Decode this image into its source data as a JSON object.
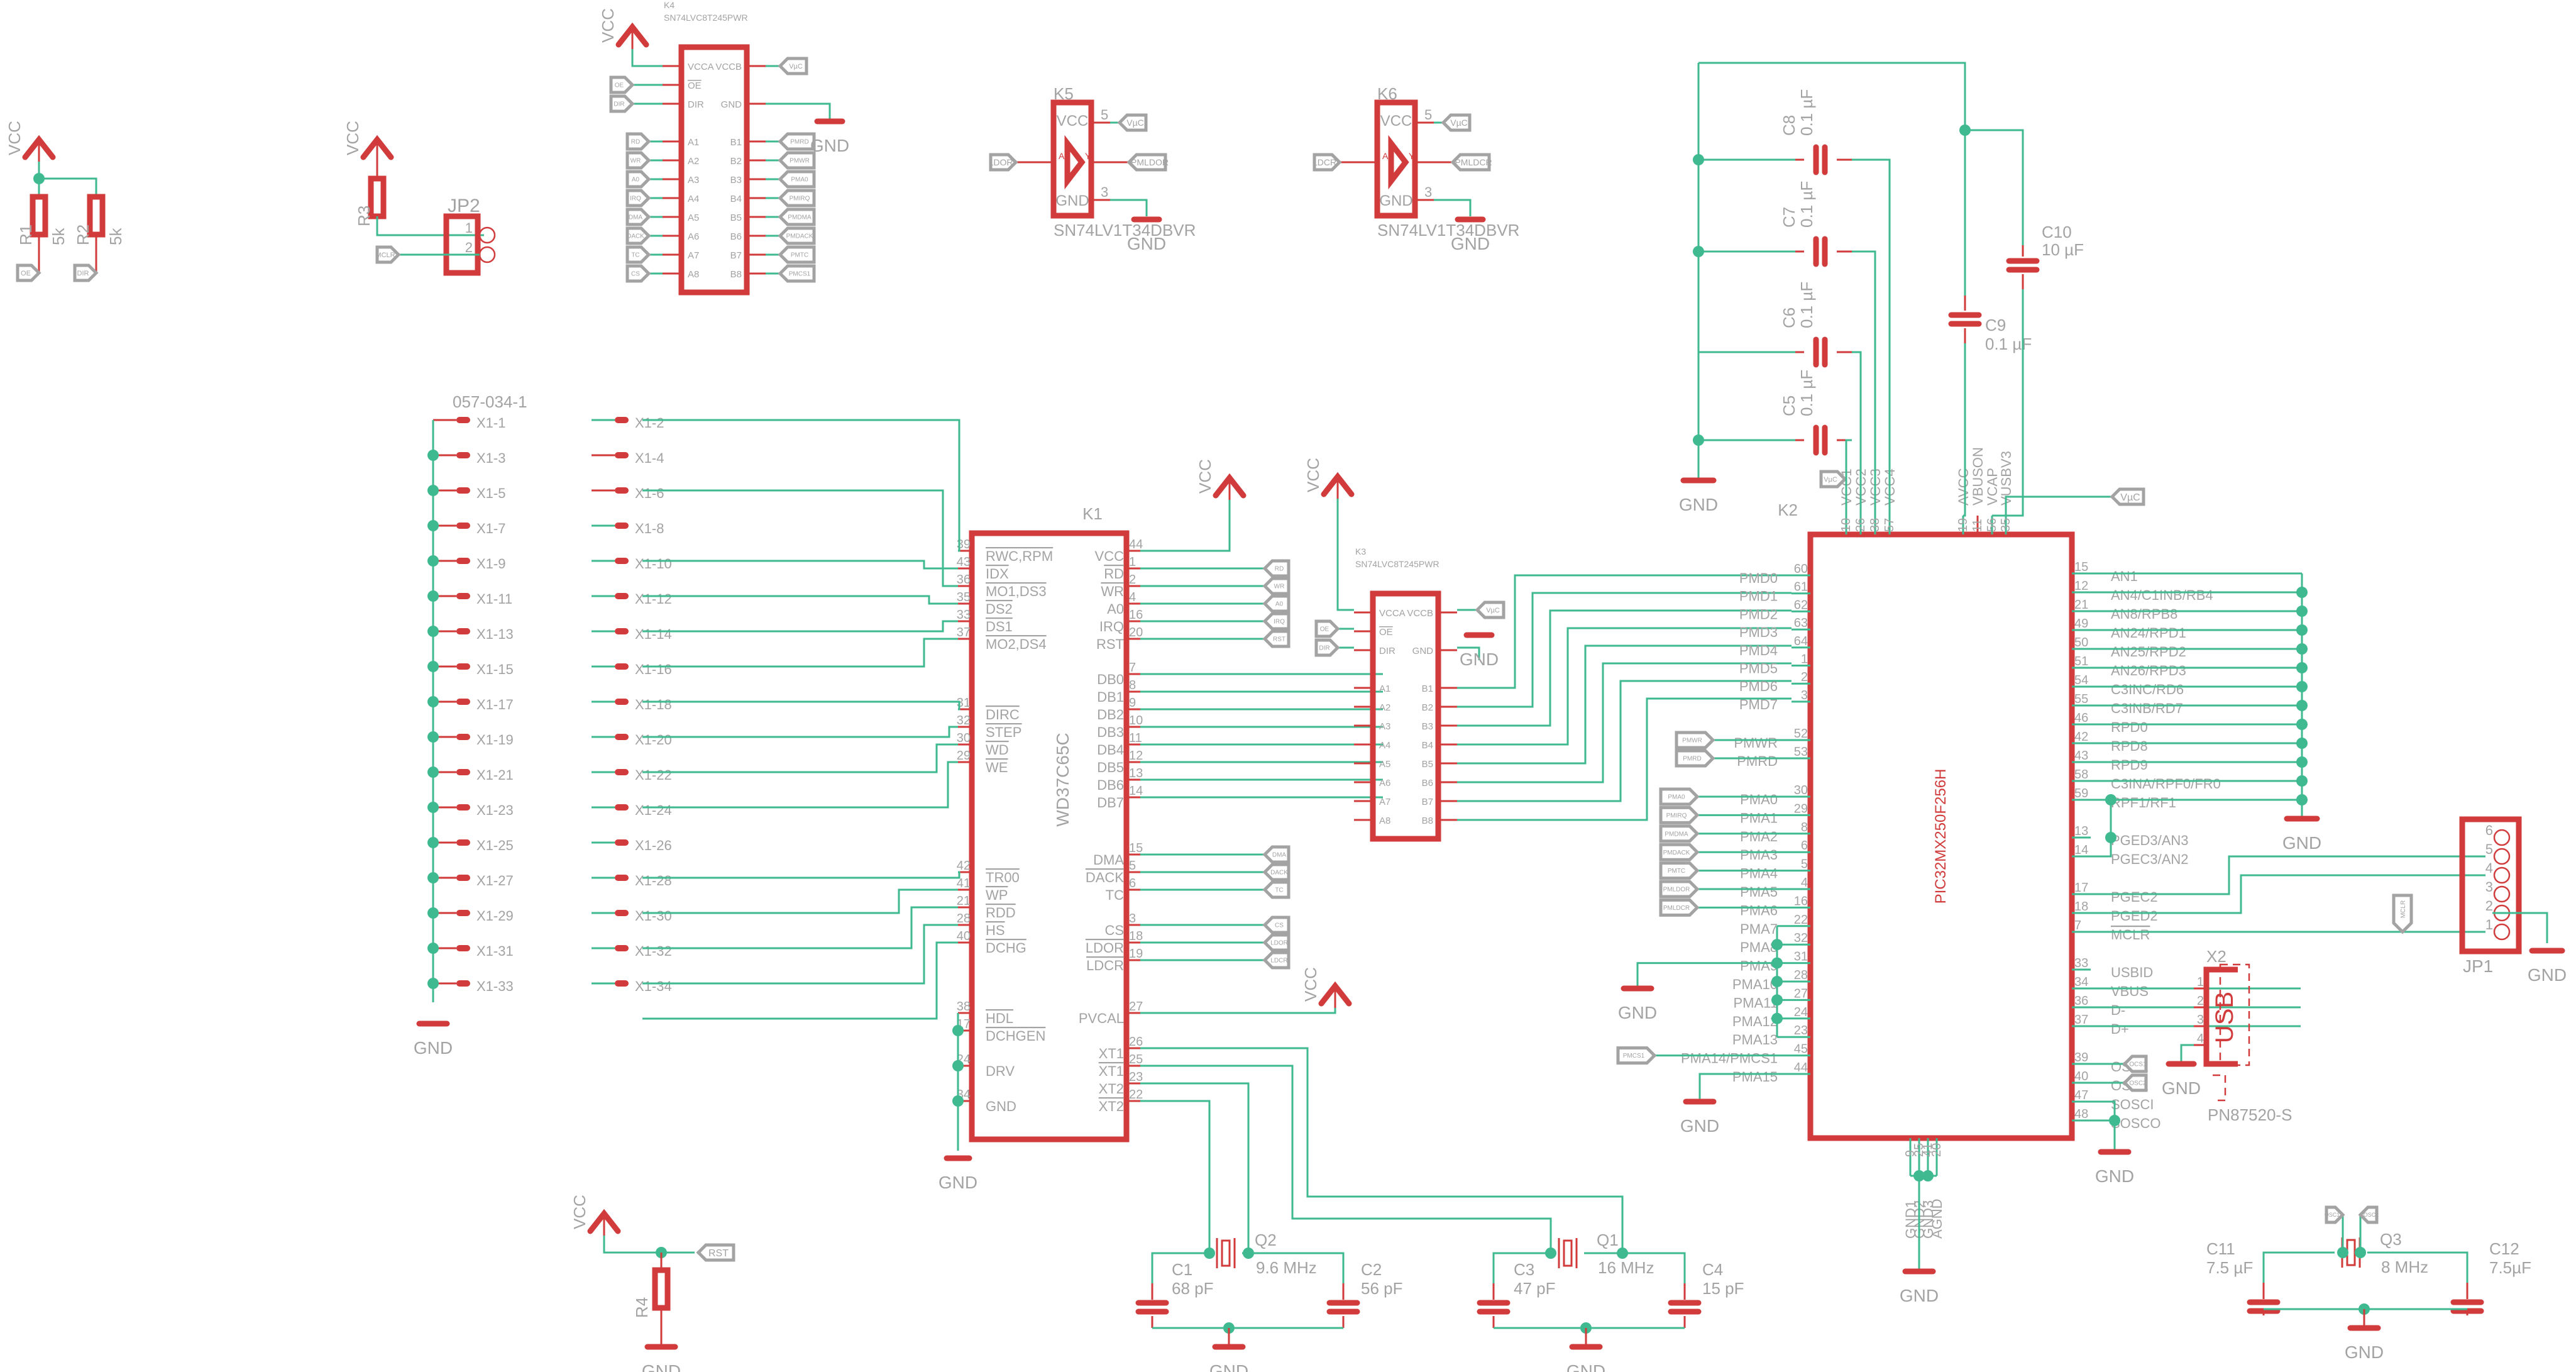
{
  "colors": {
    "wire": "#3fba90",
    "part": "#d13b3b",
    "text": "#a3a3a3",
    "background": "#ffffff"
  },
  "power": {
    "vcc": "VCC",
    "gnd": "GND"
  },
  "resistors": [
    {
      "ref": "R1",
      "value": "5k",
      "bottom_label": "OE"
    },
    {
      "ref": "R2",
      "value": "5k",
      "bottom_label": "DIR"
    },
    {
      "ref": "R3",
      "value": ""
    },
    {
      "ref": "R4",
      "value": "",
      "net_label": "RST"
    }
  ],
  "jp2": {
    "ref": "JP2",
    "pins": [
      "1",
      "2"
    ],
    "net_label": "MCLR"
  },
  "k4": {
    "ref": "K4",
    "part": "SN74LVC8T245PWR",
    "left_pins": [
      "VCCA",
      "OE",
      "DIR",
      "A1",
      "A2",
      "A3",
      "A4",
      "A5",
      "A6",
      "A7",
      "A8"
    ],
    "right_pins": [
      "VCCB",
      "GND",
      "B1",
      "B2",
      "B3",
      "B4",
      "B5",
      "B6",
      "B7",
      "B8"
    ],
    "left_nets": [
      "OE",
      "DIR",
      "RD",
      "WR",
      "A0",
      "IRQ",
      "DMA",
      "DACK",
      "TC",
      "CS"
    ],
    "right_nets": [
      "VµC",
      "PMRD",
      "PMWR",
      "PMA0",
      "PMIRQ",
      "PMDMA",
      "PMDACK",
      "PMTC",
      "PMCS1"
    ]
  },
  "k5": {
    "ref": "K5",
    "part": "SN74LV1T34DBVR",
    "vcc": "VCC",
    "gnd": "GND",
    "pin_a": "A",
    "pin_y": "Y",
    "pin_vcc_no": "5",
    "pin_gnd_no": "3",
    "in_net": "LDOR",
    "out_net": "PMLDOR",
    "vcc_net": "VµC"
  },
  "k6": {
    "ref": "K6",
    "part": "SN74LV1T34DBVR",
    "vcc": "VCC",
    "gnd": "GND",
    "pin_a": "A",
    "pin_y": "Y",
    "pin_vcc_no": "5",
    "pin_gnd_no": "3",
    "in_net": "LDCR",
    "out_net": "PMLDCR",
    "vcc_net": "VµC"
  },
  "x1": {
    "part": "057-034-1",
    "pins_odd": [
      "X1-1",
      "X1-3",
      "X1-5",
      "X1-7",
      "X1-9",
      "X1-11",
      "X1-13",
      "X1-15",
      "X1-17",
      "X1-19",
      "X1-21",
      "X1-23",
      "X1-25",
      "X1-27",
      "X1-29",
      "X1-31",
      "X1-33"
    ],
    "pins_even": [
      "X1-2",
      "X1-4",
      "X1-6",
      "X1-8",
      "X1-10",
      "X1-12",
      "X1-14",
      "X1-16",
      "X1-18",
      "X1-20",
      "X1-22",
      "X1-24",
      "X1-26",
      "X1-28",
      "X1-30",
      "X1-32",
      "X1-34"
    ]
  },
  "k1": {
    "ref": "K1",
    "part": "WD37C65C",
    "left_pins": [
      {
        "no": "39",
        "name": "RWC,RPM"
      },
      {
        "no": "43",
        "name": "IDX"
      },
      {
        "no": "36",
        "name": "MO1,DS3"
      },
      {
        "no": "35",
        "name": "DS2"
      },
      {
        "no": "33",
        "name": "DS1"
      },
      {
        "no": "37",
        "name": "MO2,DS4"
      },
      {
        "no": "31",
        "name": "DIRC"
      },
      {
        "no": "32",
        "name": "STEP"
      },
      {
        "no": "30",
        "name": "WD"
      },
      {
        "no": "29",
        "name": "WE"
      },
      {
        "no": "42",
        "name": "TR00"
      },
      {
        "no": "41",
        "name": "WP"
      },
      {
        "no": "21",
        "name": "RDD"
      },
      {
        "no": "28",
        "name": "HS"
      },
      {
        "no": "40",
        "name": "DCHG"
      },
      {
        "no": "38",
        "name": "HDL"
      },
      {
        "no": "17",
        "name": "DCHGEN"
      },
      {
        "no": "24",
        "name": "DRV"
      },
      {
        "no": "34",
        "name": "GND"
      }
    ],
    "right_pins": [
      {
        "no": "44",
        "name": "VCC"
      },
      {
        "no": "1",
        "name": "RD"
      },
      {
        "no": "2",
        "name": "WR"
      },
      {
        "no": "4",
        "name": "A0"
      },
      {
        "no": "16",
        "name": "IRQ"
      },
      {
        "no": "20",
        "name": "RST"
      },
      {
        "no": "7",
        "name": "DB0"
      },
      {
        "no": "8",
        "name": "DB1"
      },
      {
        "no": "9",
        "name": "DB2"
      },
      {
        "no": "10",
        "name": "DB3"
      },
      {
        "no": "11",
        "name": "DB4"
      },
      {
        "no": "12",
        "name": "DB5"
      },
      {
        "no": "13",
        "name": "DB6"
      },
      {
        "no": "14",
        "name": "DB7"
      },
      {
        "no": "15",
        "name": "DMA"
      },
      {
        "no": "5",
        "name": "DACK"
      },
      {
        "no": "6",
        "name": "TC"
      },
      {
        "no": "3",
        "name": "CS"
      },
      {
        "no": "18",
        "name": "LDOR"
      },
      {
        "no": "19",
        "name": "LDCR"
      },
      {
        "no": "27",
        "name": "PVCAL"
      },
      {
        "no": "26",
        "name": "XT1"
      },
      {
        "no": "25",
        "name": "XT1"
      },
      {
        "no": "23",
        "name": "XT2"
      },
      {
        "no": "22",
        "name": "XT2"
      }
    ],
    "right_nets": [
      "RD",
      "WR",
      "A0",
      "IRQ",
      "RST",
      "DMA",
      "DACK",
      "TC",
      "CS",
      "LDOR",
      "LDCR"
    ]
  },
  "k3": {
    "ref": "K3",
    "part": "SN74LVC8T245PWR",
    "left_pins": [
      "VCCA",
      "OE",
      "DIR",
      "A1",
      "A2",
      "A3",
      "A4",
      "A5",
      "A6",
      "A7",
      "A8"
    ],
    "right_pins": [
      "VCCB",
      "GND",
      "B1",
      "B2",
      "B3",
      "B4",
      "B5",
      "B6",
      "B7",
      "B8"
    ],
    "left_nets": [
      "OE",
      "DIR"
    ],
    "vccb_net": "VµC"
  },
  "k2": {
    "ref": "K2",
    "part": "PIC32MX250F256H",
    "top_pins": [
      {
        "no": "10",
        "name": "VCC1"
      },
      {
        "no": "26",
        "name": "VCC2"
      },
      {
        "no": "38",
        "name": "VCC3"
      },
      {
        "no": "57",
        "name": "VCC4"
      },
      {
        "no": "19",
        "name": "AVCC"
      },
      {
        "no": "11",
        "name": "VBUSON"
      },
      {
        "no": "56",
        "name": "VCAP"
      },
      {
        "no": "35",
        "name": "VUSBV3"
      }
    ],
    "bottom_pins": [
      {
        "no": "9",
        "name": "GND1"
      },
      {
        "no": "25",
        "name": "GND2"
      },
      {
        "no": "41",
        "name": "GND3"
      },
      {
        "no": "20",
        "name": "AGND"
      }
    ],
    "left_pins": [
      {
        "no": "60",
        "name": "PMD0"
      },
      {
        "no": "61",
        "name": "PMD1"
      },
      {
        "no": "62",
        "name": "PMD2"
      },
      {
        "no": "63",
        "name": "PMD3"
      },
      {
        "no": "64",
        "name": "PMD4"
      },
      {
        "no": "1",
        "name": "PMD5"
      },
      {
        "no": "2",
        "name": "PMD6"
      },
      {
        "no": "3",
        "name": "PMD7"
      },
      {
        "no": "52",
        "name": "PMWR"
      },
      {
        "no": "53",
        "name": "PMRD"
      },
      {
        "no": "30",
        "name": "PMA0"
      },
      {
        "no": "29",
        "name": "PMA1"
      },
      {
        "no": "8",
        "name": "PMA2"
      },
      {
        "no": "6",
        "name": "PMA3"
      },
      {
        "no": "5",
        "name": "PMA4"
      },
      {
        "no": "4",
        "name": "PMA5"
      },
      {
        "no": "16",
        "name": "PMA6"
      },
      {
        "no": "22",
        "name": "PMA7"
      },
      {
        "no": "32",
        "name": "PMA8"
      },
      {
        "no": "31",
        "name": "PMA9"
      },
      {
        "no": "28",
        "name": "PMA10"
      },
      {
        "no": "27",
        "name": "PMA11"
      },
      {
        "no": "24",
        "name": "PMA12"
      },
      {
        "no": "23",
        "name": "PMA13"
      },
      {
        "no": "45",
        "name": "PMA14/PMCS1"
      },
      {
        "no": "44",
        "name": "PMA15"
      }
    ],
    "left_nets": {
      "PMWR": "PMWR",
      "PMRD": "PMRD",
      "PMA0": "PMA0",
      "PMA1": "PMIRQ",
      "PMA2": "PMDMA",
      "PMA3": "PMDACK",
      "PMA4": "PMTC",
      "PMA5": "PMLDOR",
      "PMA6": "PMLDCR",
      "PMA14/PMCS1": "PMCS1"
    },
    "right_pins": [
      {
        "no": "15",
        "name": "AN1"
      },
      {
        "no": "12",
        "name": "AN4/C1INB/RB4"
      },
      {
        "no": "21",
        "name": "AN8/RPB8"
      },
      {
        "no": "49",
        "name": "AN24/RPD1"
      },
      {
        "no": "50",
        "name": "AN25/RPD2"
      },
      {
        "no": "51",
        "name": "AN26/RPD3"
      },
      {
        "no": "54",
        "name": "C3INC/RD6"
      },
      {
        "no": "55",
        "name": "C3INB/RD7"
      },
      {
        "no": "46",
        "name": "RPD0"
      },
      {
        "no": "42",
        "name": "RPD8"
      },
      {
        "no": "43",
        "name": "RPD9"
      },
      {
        "no": "58",
        "name": "C3INA/RPF0/FR0"
      },
      {
        "no": "59",
        "name": "RPF1/RF1"
      },
      {
        "no": "13",
        "name": "PGED3/AN3"
      },
      {
        "no": "14",
        "name": "PGEC3/AN2"
      },
      {
        "no": "17",
        "name": "PGEC2"
      },
      {
        "no": "18",
        "name": "PGED2"
      },
      {
        "no": "7",
        "name": "MCLR"
      },
      {
        "no": "33",
        "name": "USBID"
      },
      {
        "no": "34",
        "name": "VBUS"
      },
      {
        "no": "36",
        "name": "D-"
      },
      {
        "no": "37",
        "name": "D+"
      },
      {
        "no": "39",
        "name": "OSC1"
      },
      {
        "no": "40",
        "name": "OSC2"
      },
      {
        "no": "47",
        "name": "SOSCI"
      },
      {
        "no": "48",
        "name": "SOSCO"
      }
    ],
    "osc_nets": [
      "OCS1",
      "OSC2"
    ],
    "top_net": "VµC"
  },
  "decoupling": [
    {
      "ref": "C8",
      "value": "0.1 µF"
    },
    {
      "ref": "C7",
      "value": "0.1 µF"
    },
    {
      "ref": "C6",
      "value": "0.1 µF"
    },
    {
      "ref": "C5",
      "value": "0.1 µF"
    },
    {
      "ref": "C9",
      "value": "0.1 µF"
    },
    {
      "ref": "C10",
      "value": "10 µF"
    }
  ],
  "jp1": {
    "ref": "JP1",
    "pins": [
      "6",
      "5",
      "4",
      "3",
      "2",
      "1"
    ],
    "net_label": "MCLR"
  },
  "x2": {
    "ref": "X2",
    "part": "PN87520-S",
    "symbol": "USB",
    "pins": [
      "1",
      "2",
      "3",
      "4"
    ]
  },
  "crystals": [
    {
      "ref": "Q2",
      "freq": "9.6 MHz",
      "caps": [
        {
          "ref": "C1",
          "value": "68 pF"
        },
        {
          "ref": "C2",
          "value": "56 pF"
        }
      ]
    },
    {
      "ref": "Q1",
      "freq": "16 MHz",
      "caps": [
        {
          "ref": "C3",
          "value": "47 pF"
        },
        {
          "ref": "C4",
          "value": "15 pF"
        }
      ]
    },
    {
      "ref": "Q3",
      "freq": "8 MHz",
      "caps": [
        {
          "ref": "C11",
          "value": "7.5 µF"
        },
        {
          "ref": "C12",
          "value": "7.5µF"
        }
      ],
      "nets": [
        "OSC1",
        "OSC2"
      ]
    }
  ]
}
